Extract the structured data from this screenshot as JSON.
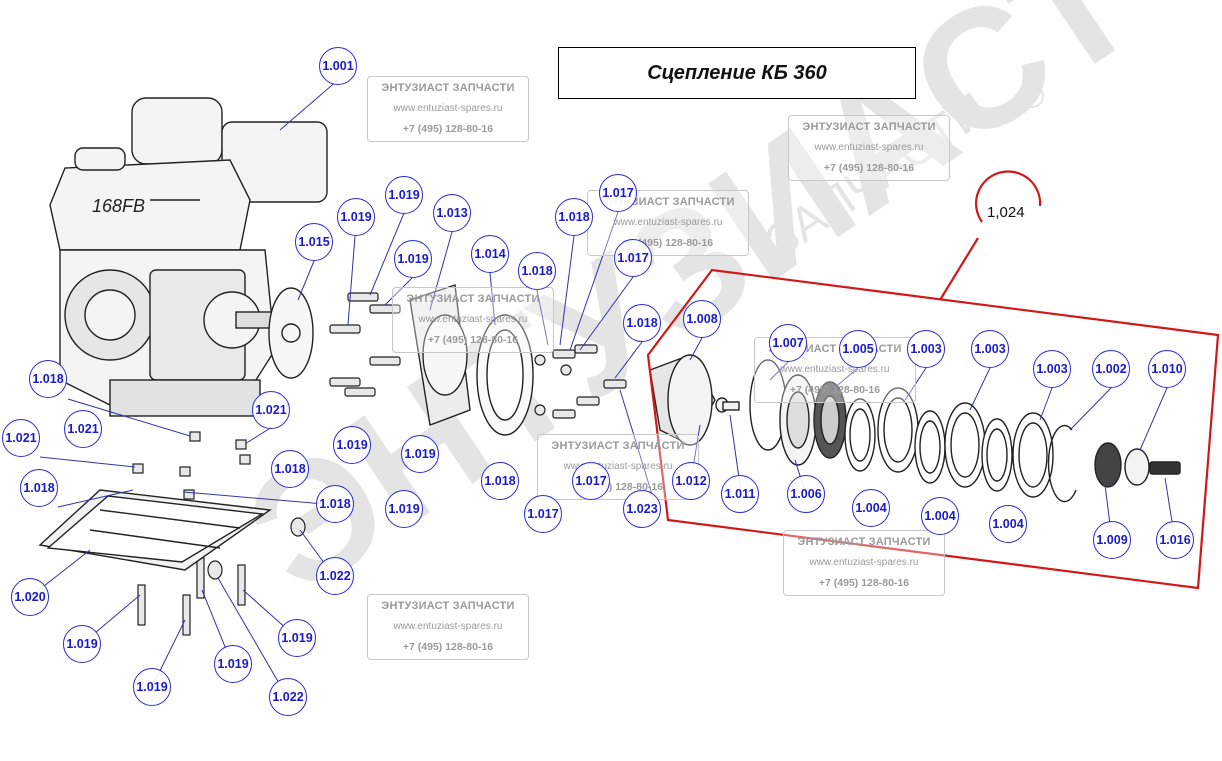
{
  "title": "Сцепление КБ 360",
  "engine_marking": "168FB",
  "brand_watermark": "ЭНТУЗИАСТ",
  "brand_watermark_small": "ЗАПЧАСТИ",
  "watermark": {
    "line1": "ЭНТУЗИАСТ ЗАПЧАСТИ",
    "line2": "www.entuziast-spares.ru",
    "line3": "+7 (495) 128-80-16"
  },
  "assembly_ref": "1,024",
  "colors": {
    "callout": "#2b2bd6",
    "highlight": "#d01818",
    "line": "#333333",
    "watermark": "#9a9a9a"
  },
  "callouts": [
    "1.001",
    "1.019",
    "1.013",
    "1.015",
    "1.019",
    "1.019",
    "1.014",
    "1.018",
    "1.018",
    "1.017",
    "1.017",
    "1.018",
    "1.008",
    "1.007",
    "1.005",
    "1.003",
    "1.003",
    "1.003",
    "1.002",
    "1.010",
    "1.018",
    "1.021",
    "1.021",
    "1.021",
    "1.018",
    "1.018",
    "1.018",
    "1.019",
    "1.019",
    "1.019",
    "1.018",
    "1.017",
    "1.017",
    "1.023",
    "1.012",
    "1.011",
    "1.006",
    "1.004",
    "1.004",
    "1.004",
    "1.009",
    "1.016",
    "1.020",
    "1.022",
    "1.019",
    "1.019",
    "1.019",
    "1.019",
    "1.022"
  ]
}
